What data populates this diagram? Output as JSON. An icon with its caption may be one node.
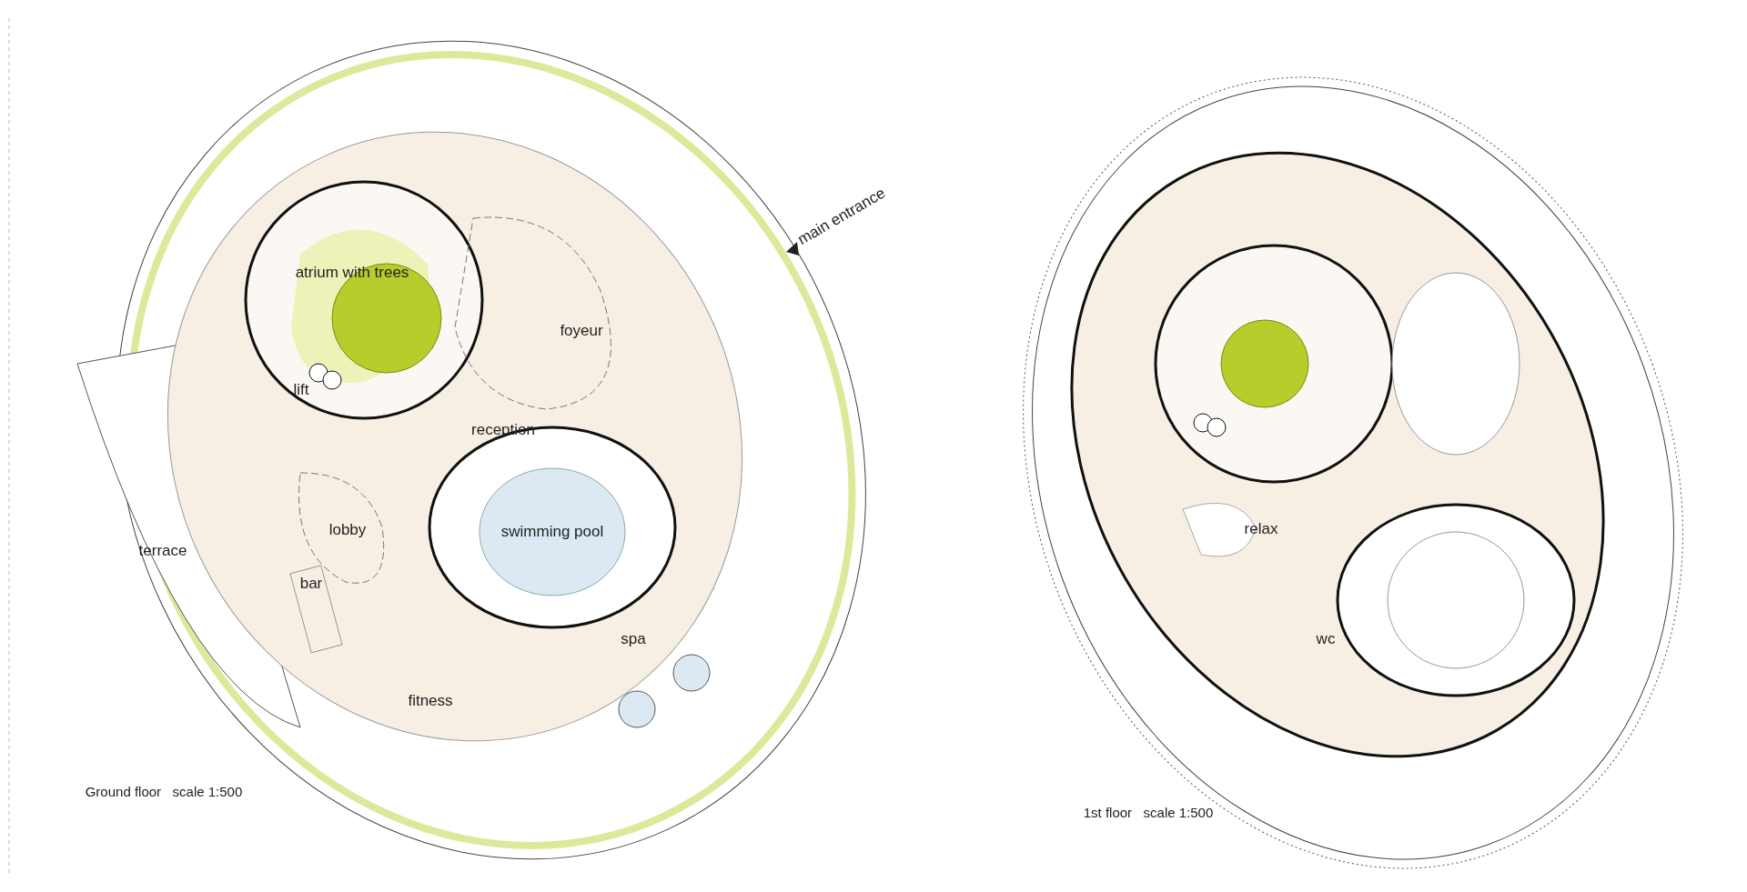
{
  "diagram": {
    "labels": [
      "atrium with trees",
      "foyeur",
      "lift",
      "reception",
      "lobby",
      "swimming pool",
      "terrace",
      "bar",
      "spa",
      "fitness",
      "main entrance",
      "Ground floor   scale 1:500",
      "relax",
      "wc",
      "1st floor   scale 1:500"
    ]
  }
}
